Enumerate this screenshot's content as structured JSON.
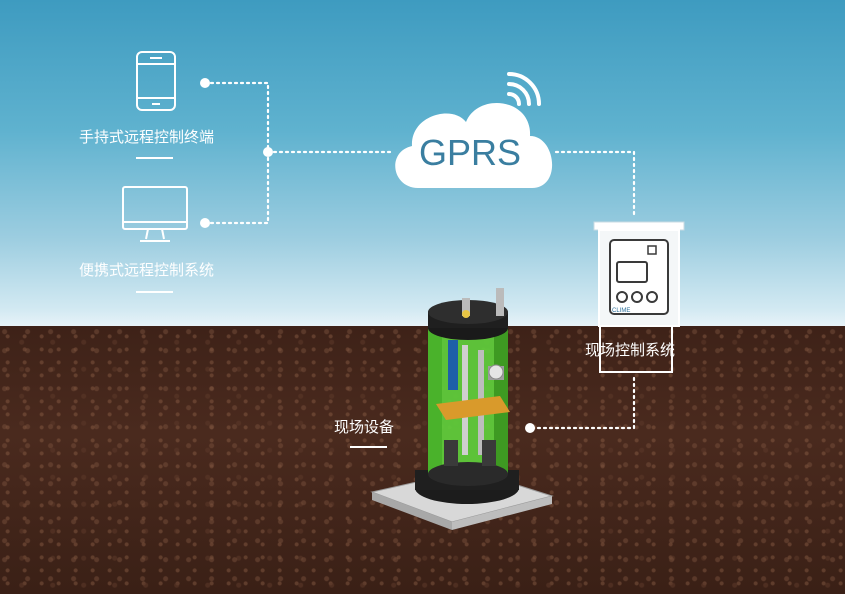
{
  "nodes": {
    "handheld": {
      "label": "手持式远程控制终端",
      "icon": "smartphone-icon"
    },
    "portable": {
      "label": "便携式远程控制系统",
      "icon": "monitor-icon"
    },
    "cloud": {
      "label": "GPRS",
      "icon": "cloud-wifi-icon"
    },
    "control": {
      "label": "现场控制系统",
      "cabinet_brand": "CLIME",
      "icon": "control-cabinet-icon"
    },
    "equipment": {
      "label": "现场设备",
      "icon": "pump-station-icon"
    }
  },
  "colors": {
    "sky_top": "#3e9bc0",
    "soil": "#4a2a1e",
    "cloud_text": "#3a7ea0",
    "tank_green": "#5fcf3c"
  }
}
